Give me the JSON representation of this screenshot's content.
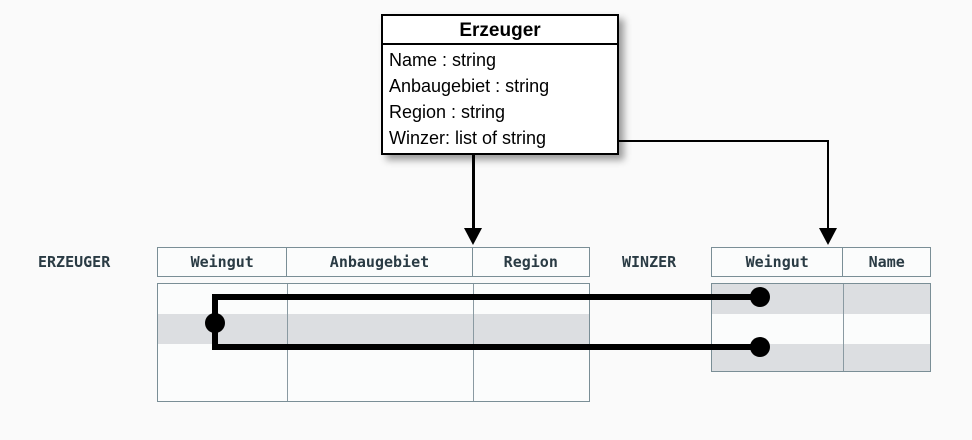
{
  "uml_class": {
    "name": "Erzeuger",
    "attributes": [
      "Name : string",
      "Anbaugebiet : string",
      "Region : string",
      "Winzer: list of string"
    ]
  },
  "tables": [
    {
      "label": "ERZEUGER",
      "columns": [
        "Weingut",
        "Anbaugebiet",
        "Region"
      ],
      "row_count": 4,
      "highlighted_rows": [
        2
      ]
    },
    {
      "label": "WINZER",
      "columns": [
        "Weingut",
        "Name"
      ],
      "row_count": 3,
      "highlighted_rows": [
        1,
        3
      ]
    }
  ],
  "connectors": {
    "class_to_erzeuger": "arrow-down",
    "winzer_attribute_to_winzer_table": "elbow-arrow-down",
    "row_link": "erzeuger-row2-to-winzer-row1-and-row3"
  },
  "colors": {
    "line": "#000000",
    "table_border": "#7a8e96",
    "header_text": "#2a3b44",
    "row_highlight": "#dcdee1",
    "background": "#fafafa"
  }
}
